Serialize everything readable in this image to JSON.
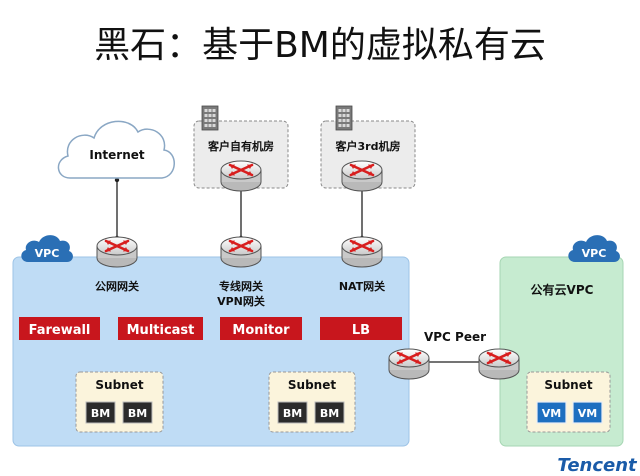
{
  "title": "黑石：基于BM的虚拟私有云",
  "internet": {
    "label": "Internet"
  },
  "sites": {
    "own_idc": "客户自有机房",
    "third_idc": "客户3rd机房"
  },
  "vpc_left": {
    "badge": "VPC",
    "gateways": {
      "public": "公网网关",
      "dedicated_line": "专线网关",
      "vpn": "VPN网关",
      "nat": "NAT网关"
    },
    "services": {
      "firewall": "Farewall",
      "multicast": "Multicast",
      "monitor": "Monitor",
      "lb": "LB"
    },
    "subnets": [
      {
        "label": "Subnet",
        "nodes": [
          "BM",
          "BM"
        ]
      },
      {
        "label": "Subnet",
        "nodes": [
          "BM",
          "BM"
        ]
      }
    ]
  },
  "peering": {
    "label": "VPC Peer"
  },
  "vpc_right": {
    "badge": "VPC",
    "title": "公有云VPC",
    "subnet": {
      "label": "Subnet",
      "nodes": [
        "VM",
        "VM"
      ]
    }
  },
  "brand": {
    "logo": "Tencent"
  },
  "colors": {
    "vpc_left_fill": "#bfdcf5",
    "vpc_right_fill": "#c6ebd0",
    "service_red": "#c8161d",
    "subnet_fill": "#fbf4dc",
    "bm_fill": "#2b2b2b",
    "vm_fill": "#1e6fc0",
    "badge_fill": "#2a6fb5",
    "router_x": "#d81e1e",
    "brand_blue": "#1a5ba8"
  },
  "icons": {
    "router": "router-icon",
    "building": "building-icon",
    "cloud": "cloud-icon"
  }
}
